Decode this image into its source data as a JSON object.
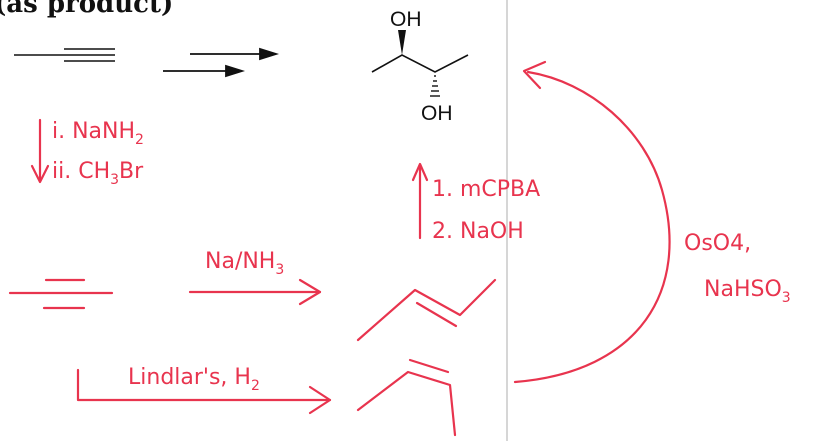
{
  "heading": "(as product)",
  "molecule": {
    "oh_top": "OH",
    "oh_bottom": "OH"
  },
  "reagents_left": {
    "step1": "i. NaNH",
    "step1_sub": "2",
    "step2": "ii. CH",
    "step2_sub": "3",
    "step2_rest": "Br"
  },
  "reagents_up": {
    "step1": "1. mCPBA",
    "step2": "2. NaOH"
  },
  "reagent_trans": {
    "main": "Na/NH",
    "sub": "3"
  },
  "reagent_cis": {
    "main": "Lindlar's, H",
    "sub": "2"
  },
  "reagent_osmium": {
    "line1": "OsO4,",
    "line2": "NaHSO",
    "line2_sub": "3"
  },
  "colors": {
    "ink": "#e8344e",
    "print": "#111111",
    "divider": "#bbbbbb"
  }
}
